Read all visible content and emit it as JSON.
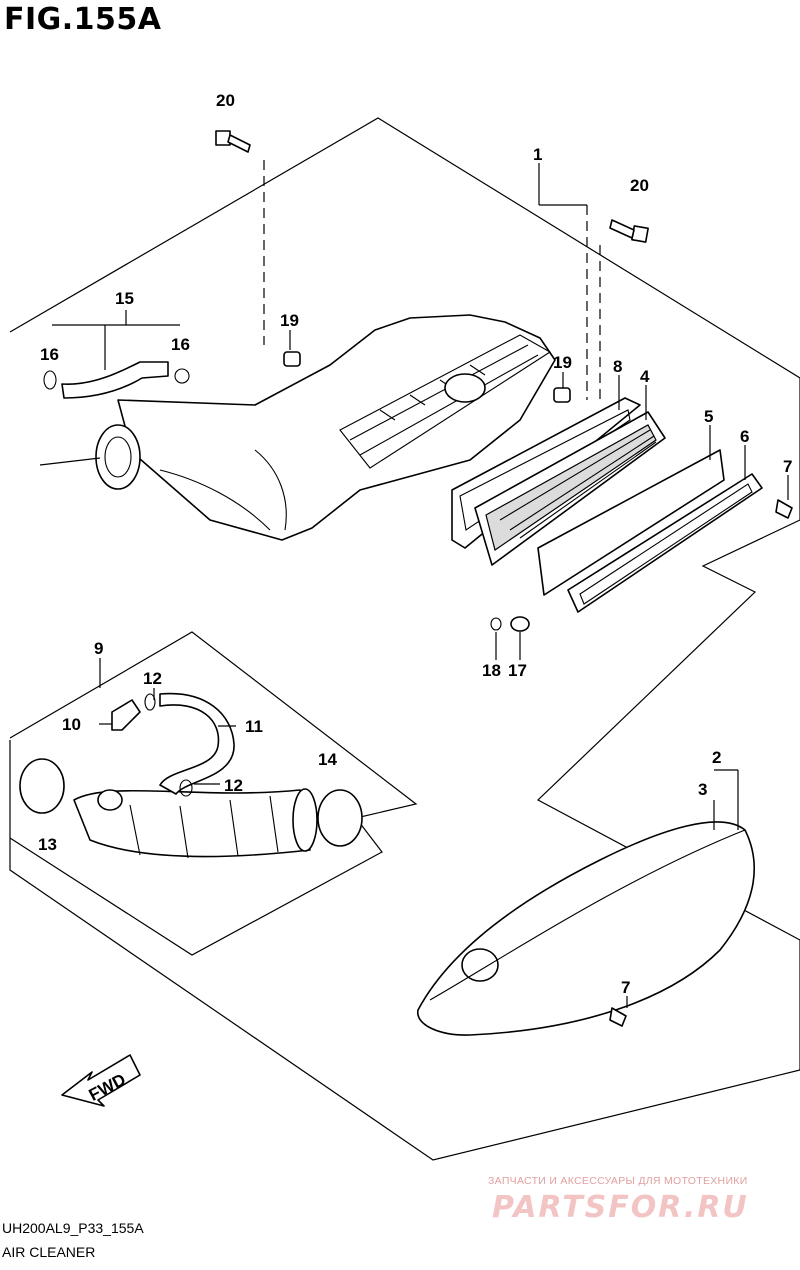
{
  "figure": {
    "title": "FIG.155A",
    "drawing_code": "UH200AL9_P33_155A",
    "section_name": "AIR CLEANER"
  },
  "direction_marker": "FWD",
  "callouts": [
    "1",
    "2",
    "3",
    "4",
    "5",
    "6",
    "7",
    "7",
    "8",
    "9",
    "10",
    "11",
    "12",
    "12",
    "13",
    "14",
    "15",
    "16",
    "16",
    "17",
    "18",
    "19",
    "19",
    "20",
    "20"
  ],
  "watermark": {
    "line1": "ЗАПЧАСТИ И АКСЕССУАРЫ ДЛЯ МОТОТЕХНИКИ",
    "line2": "PARTSFOR.RU"
  }
}
